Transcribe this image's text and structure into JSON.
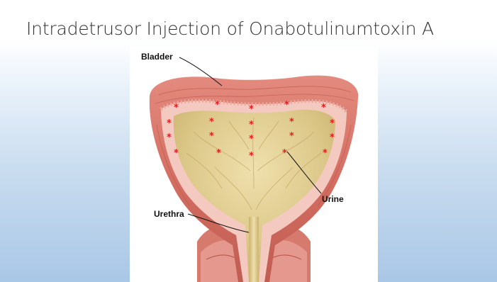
{
  "slide": {
    "title": "Intradetrusor Injection of Onabotulinumtoxin A"
  },
  "diagram": {
    "labels": {
      "bladder": "Bladder",
      "urine": "Urine",
      "urethra": "Urethra"
    },
    "injection_marker": "*",
    "colors": {
      "muscle_wall": "#d9776b",
      "wall_highlight": "#f0a79b",
      "mucosa": "#f4c9c0",
      "urine": "#dcc889",
      "urine_light": "#ead9a3",
      "injection": "#e02020",
      "background": "#ffffff"
    }
  }
}
